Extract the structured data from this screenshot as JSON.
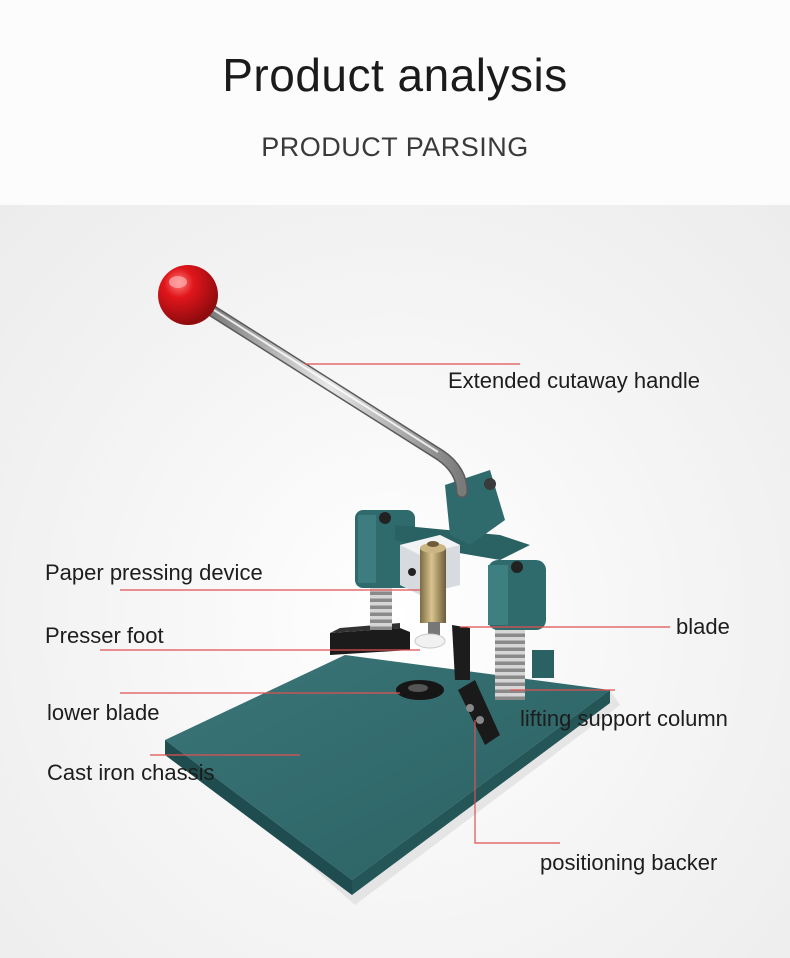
{
  "header": {
    "title": "Product analysis",
    "subtitle": "PRODUCT PARSING"
  },
  "labels": {
    "handle": "Extended cutaway handle",
    "paper_pressing": "Paper pressing device",
    "presser_foot": "Presser foot",
    "blade": "blade",
    "lower_blade": "lower blade",
    "lifting_column": "lifting support column",
    "chassis": "Cast iron chassis",
    "backer": "positioning backer"
  },
  "colors": {
    "machine_body": "#2f6b6d",
    "knob": "#e0161b",
    "leader_line": "#e05050"
  }
}
